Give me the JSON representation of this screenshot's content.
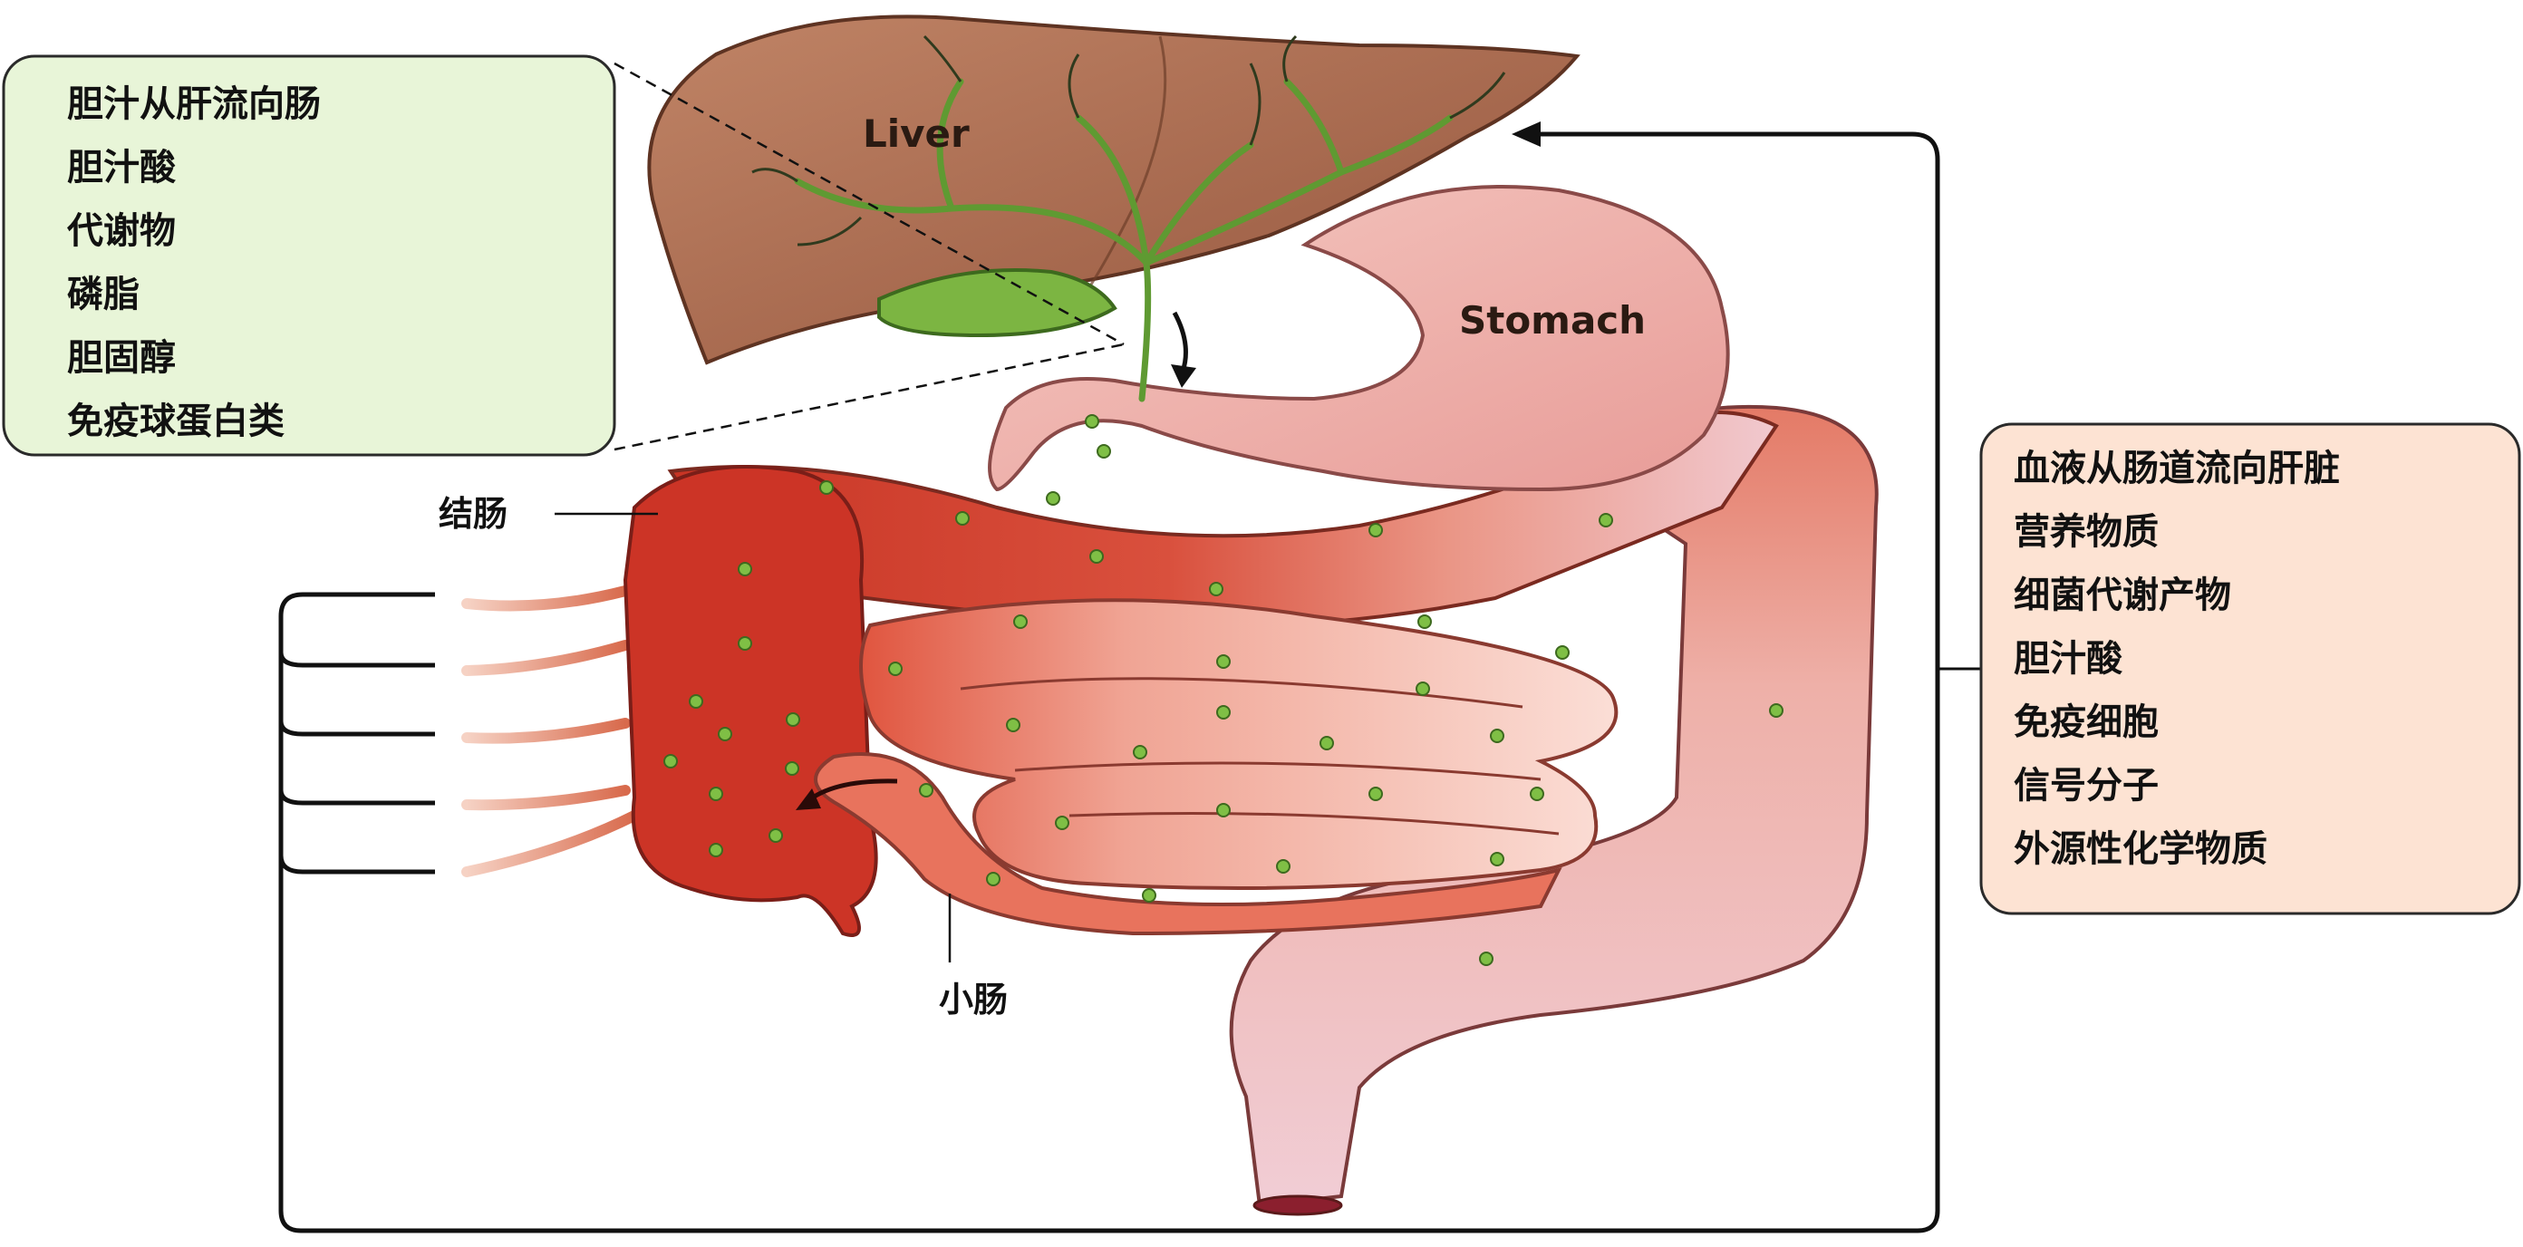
{
  "organs": {
    "liver": "Liver",
    "stomach": "Stomach",
    "colon": "结肠",
    "small_intestine": "小肠"
  },
  "liver_to_gut_box": {
    "items": [
      "胆汁从肝流向肠",
      "胆汁酸",
      "代谢物",
      "磷脂",
      "胆固醇",
      "免疫球蛋白类"
    ]
  },
  "gut_to_liver_box": {
    "items": [
      "血液从肠道流向肝脏",
      "营养物质",
      "细菌代谢产物",
      "胆汁酸",
      "免疫细胞",
      "信号分子",
      "外源性化学物质"
    ]
  },
  "colors": {
    "left_box_fill": "#e8f5d8",
    "right_box_fill": "#fde3d3",
    "liver": "#a86a50",
    "stomach": "#f1b6b0",
    "colon_dark": "#cc3426",
    "colon_light": "#f0c9d0",
    "small_intestine": "#fbd9d0",
    "bile": "#6faa3a"
  }
}
